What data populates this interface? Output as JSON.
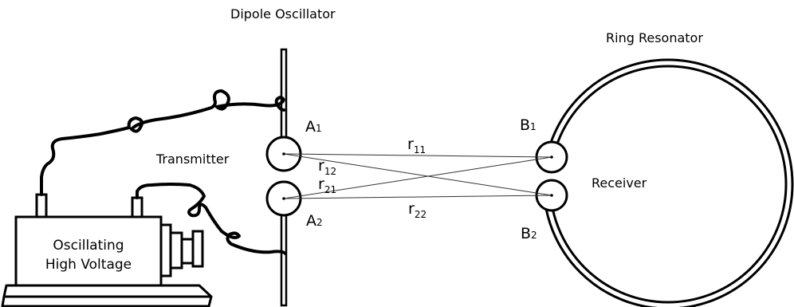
{
  "titles": {
    "dipole": "Dipole Oscillator",
    "ring": "Ring Resonator"
  },
  "labels": {
    "transmitter": "Transmitter",
    "receiver": "Receiver",
    "source_line1": "Oscillating",
    "source_line2": "High Voltage"
  },
  "points": {
    "a1": {
      "base": "A",
      "sub": "1"
    },
    "a2": {
      "base": "A",
      "sub": "2"
    },
    "b1": {
      "base": "B",
      "sub": "1"
    },
    "b2": {
      "base": "B",
      "sub": "2"
    }
  },
  "distances": {
    "r11": {
      "base": "r",
      "sub": "11"
    },
    "r12": {
      "base": "r",
      "sub": "12"
    },
    "r21": {
      "base": "r",
      "sub": "21"
    },
    "r22": {
      "base": "r",
      "sub": "22"
    }
  },
  "colors": {
    "ink": "#000000",
    "thin_line": "#333333",
    "background": "#ffffff"
  }
}
